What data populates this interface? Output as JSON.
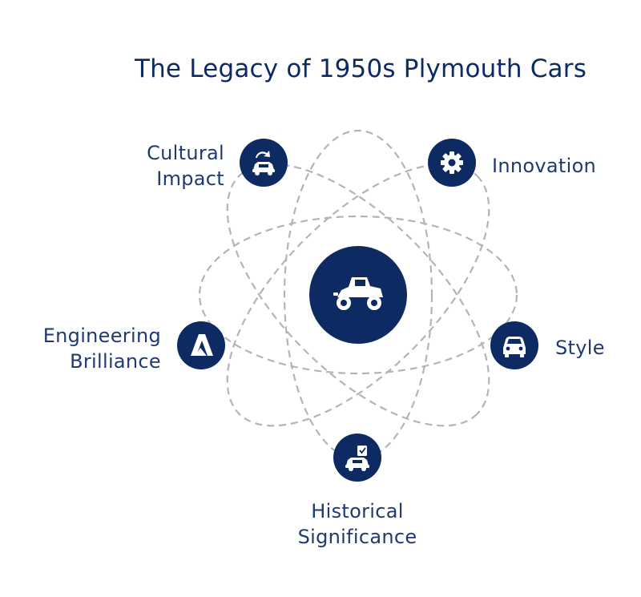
{
  "title": "The Legacy of 1950s Plymouth Cars",
  "colors": {
    "primary": "#0d2a63",
    "label": "#1f3a73",
    "orbit": "#b4b4b4",
    "icon": "#ffffff"
  },
  "center": {
    "icon": "vintage-car-icon"
  },
  "nodes": [
    {
      "id": "cultural-impact",
      "lines": [
        "Cultural",
        "Impact"
      ],
      "icon": "car-recycle-icon"
    },
    {
      "id": "innovation",
      "lines": [
        "Innovation"
      ],
      "icon": "gear-icon"
    },
    {
      "id": "engineering-brilliance",
      "lines": [
        "Engineering",
        "Brilliance"
      ],
      "icon": "engineering-a-icon"
    },
    {
      "id": "style",
      "lines": [
        "Style"
      ],
      "icon": "car-front-icon"
    },
    {
      "id": "historical-significance",
      "lines": [
        "Historical",
        "Significance"
      ],
      "icon": "car-check-icon"
    }
  ]
}
